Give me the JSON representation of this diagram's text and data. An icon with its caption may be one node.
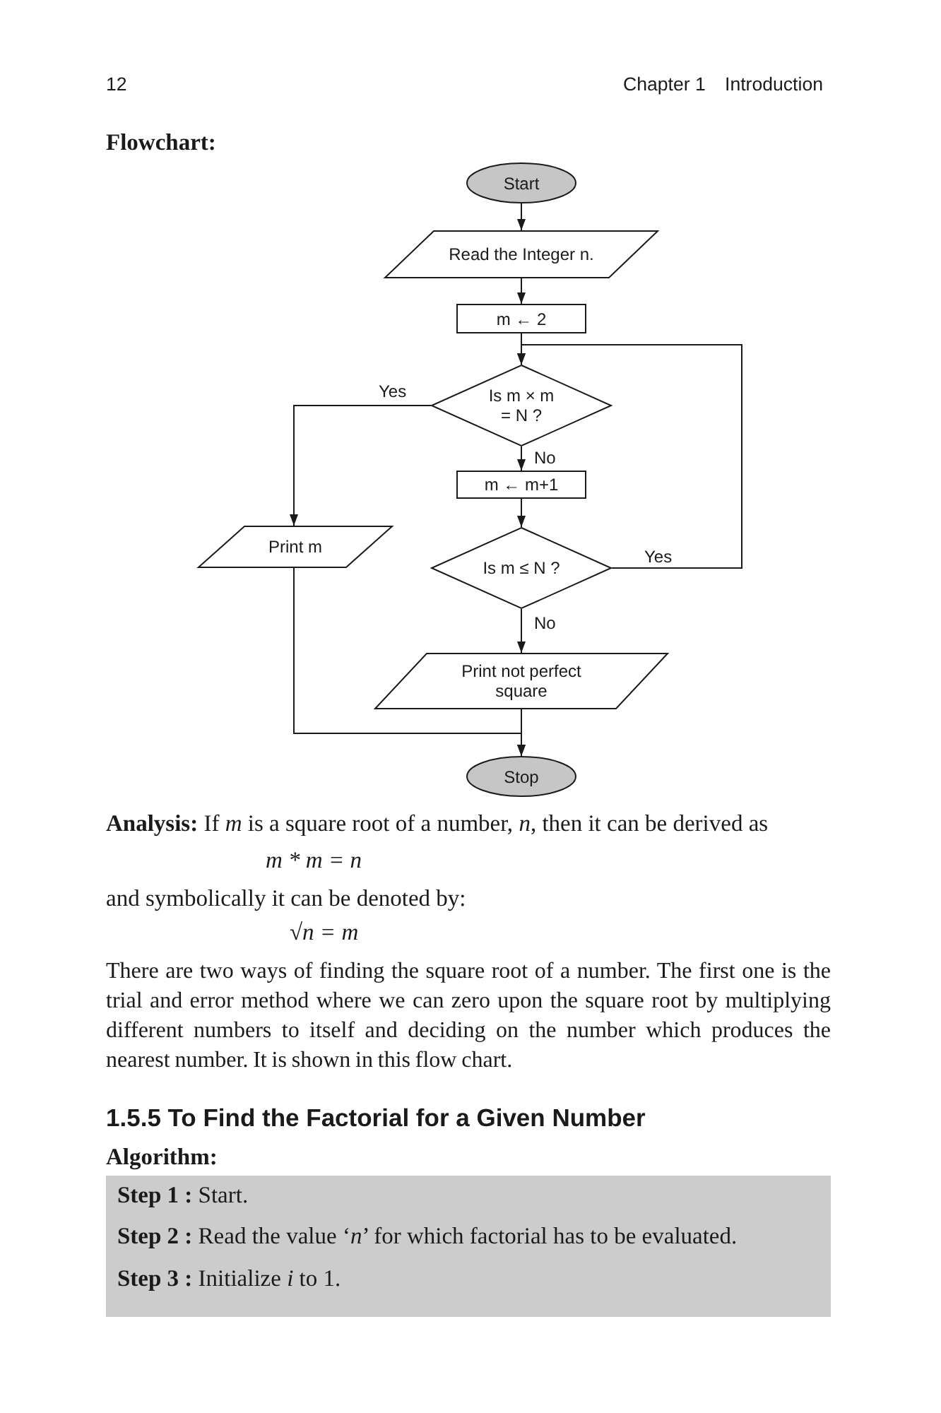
{
  "diagram": {
    "title": "Flowchart:",
    "nodes": [
      {
        "text": [
          "Start"
        ]
      },
      {
        "text": [
          "Read the Integer n."
        ]
      },
      {
        "text": [
          "m ← 2"
        ]
      },
      {
        "text": [
          "Is m × m = N ?"
        ]
      },
      {
        "text": [
          "m ← m+1"
        ]
      },
      {
        "text": [
          "Print m"
        ]
      },
      {
        "text": [
          "Is m ≤ N ?"
        ]
      },
      {
        "text": [
          "Print not perfect square"
        ]
      },
      {
        "text": [
          "Stop"
        ]
      },
      {
        "text": [
          "**Step 1 :** Start.",
          "**Step 2 :** Read the value ‘*n*’ for which factorial has to be evaluated.",
          "**Step 3 :** Initialize *i* to 1."
        ]
      }
    ],
    "edges": [
      {
        "from": 0,
        "to": 1,
        "arrow": "to"
      },
      {
        "from": 1,
        "to": 2,
        "arrow": "to"
      },
      {
        "from": 2,
        "to": 3,
        "arrow": "to"
      },
      {
        "from": 3,
        "to": 4,
        "arrow": "to",
        "label": "No"
      },
      {
        "from": 3,
        "to": 5,
        "arrow": "to",
        "label": "Yes"
      },
      {
        "from": 4,
        "to": 6,
        "arrow": "to"
      },
      {
        "from": 6,
        "to": 3,
        "arrow": "to",
        "label": "Yes"
      },
      {
        "from": 6,
        "to": 7,
        "arrow": "to",
        "label": "No"
      },
      {
        "from": 7,
        "to": 8,
        "arrow": "to"
      },
      {
        "from": 5,
        "to": 8,
        "arrow": "to"
      }
    ],
    "labels": [
      "12",
      "Chapter 1",
      "Introduction",
      "**Analysis:** If *m* is a square root of a number, *n*, then it can be derived as",
      "m * m = n",
      "and symbolically it can be denoted by:",
      "√n = m",
      "There are two ways of finding the square root of a number. The first one is the trial and error method where we can zero upon the square root by multiplying different numbers to itself and deciding on the number which produces the nearest number. It is shown in this flow chart.",
      "1.5.5 To Find the Factorial for a Given Number",
      "Algorithm:"
    ]
  }
}
